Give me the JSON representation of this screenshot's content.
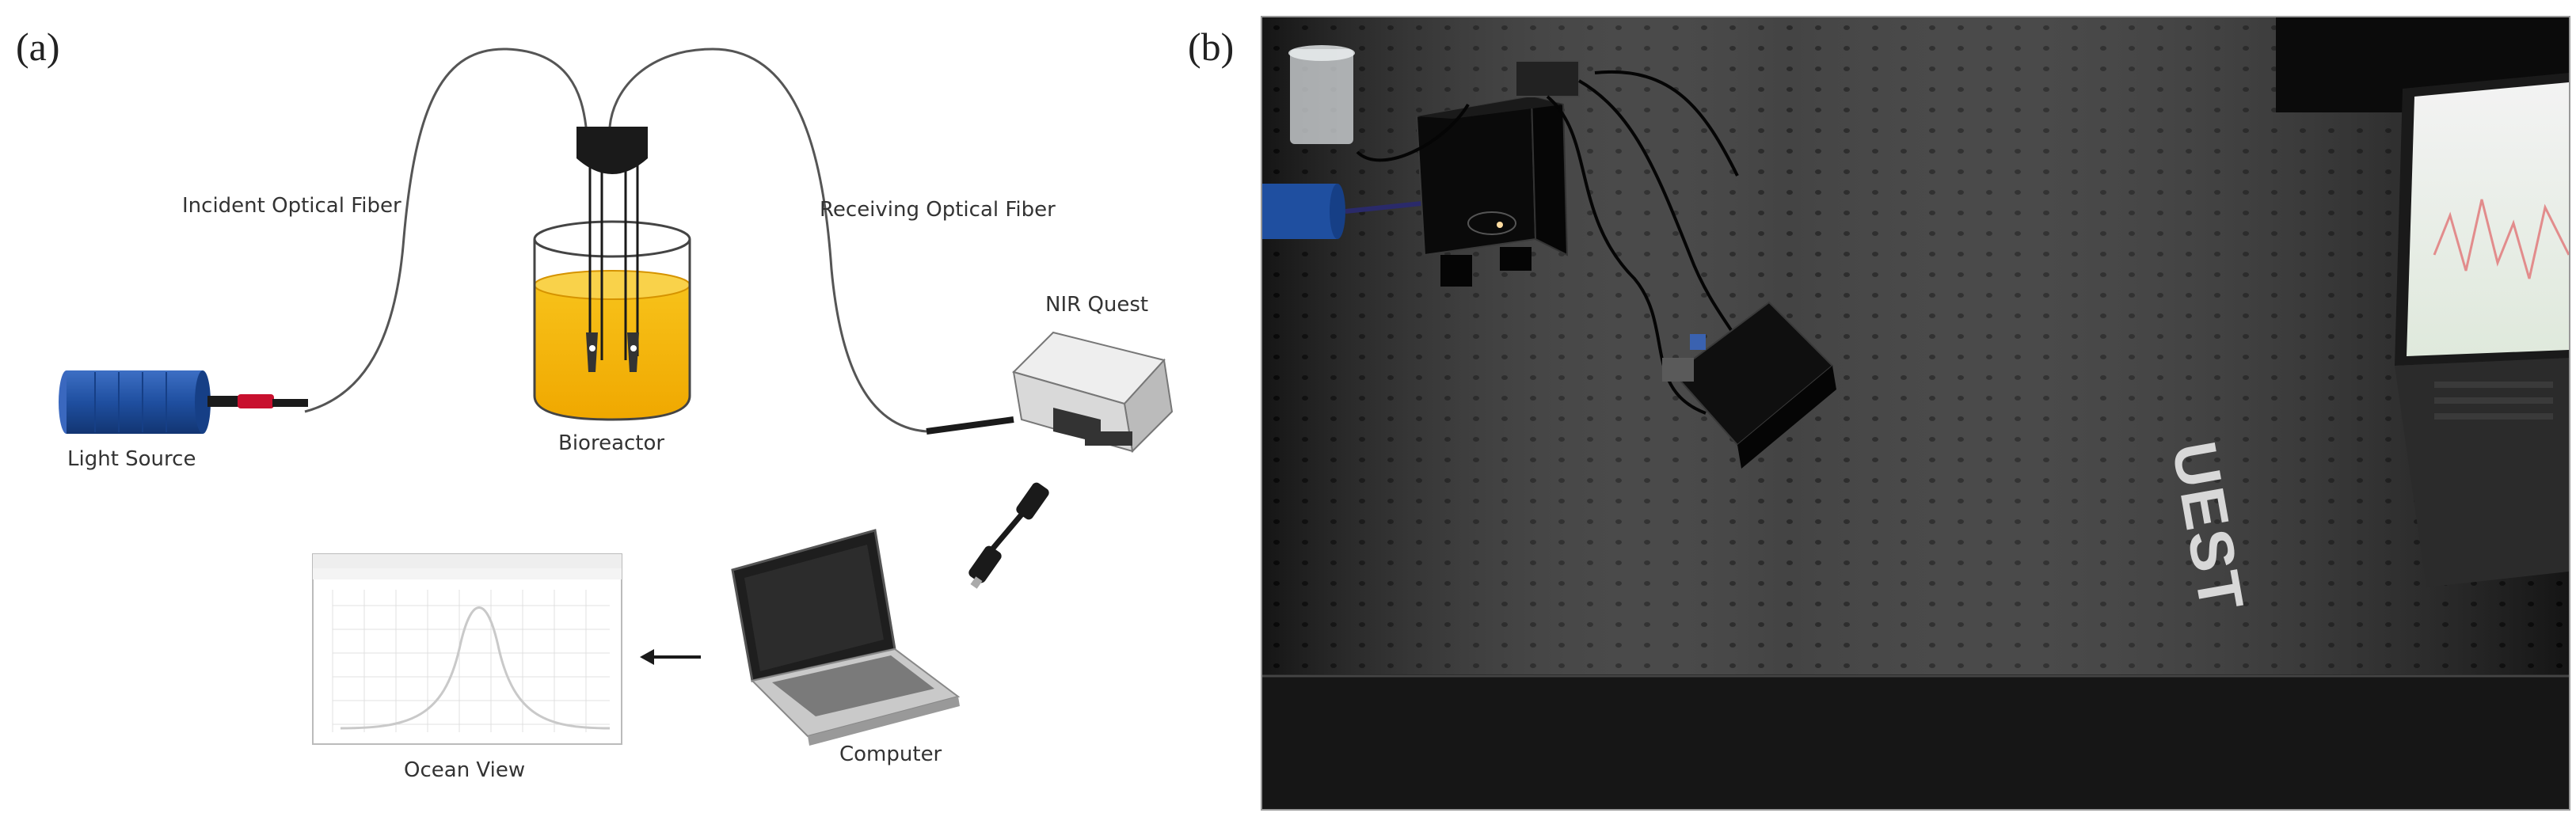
{
  "panels": {
    "a": "(a)",
    "b": "(b)"
  },
  "labels": {
    "incident_fiber": "Incident Optical Fiber",
    "receiving_fiber": "Receiving Optical Fiber",
    "nir_quest": "NIR Quest",
    "light_source": "Light Source",
    "bioreactor": "Bioreactor",
    "ocean_view": "Ocean View",
    "computer": "Computer"
  },
  "photo_text": {
    "spectrometer_logo": "UEST"
  },
  "colors": {
    "light_source_blue": "#1f4fa0",
    "liquid_yellow": "#f5b400",
    "fiber_tip_red": "#c8102e",
    "probe_black": "#1a1a1a",
    "spectrometer_grey": "#d9d9d9"
  },
  "icons": [
    "arrow-left-icon",
    "usb-cable-icon",
    "laptop-icon",
    "spectrum-window-icon"
  ]
}
